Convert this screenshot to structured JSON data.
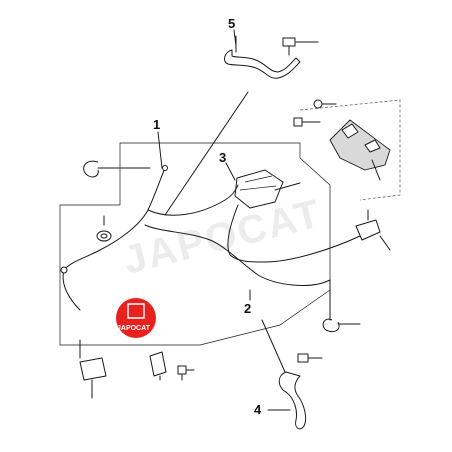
{
  "callouts": {
    "c1": "1",
    "c2": "2",
    "c3": "3",
    "c4": "4",
    "c5": "5"
  },
  "watermark": "JAPOCAT",
  "logo": {
    "text": "JAPOCAT",
    "color": "#e8201e"
  },
  "colors": {
    "line": "#1a1a1a",
    "background": "#ffffff",
    "shade": "#d9d9d9"
  }
}
